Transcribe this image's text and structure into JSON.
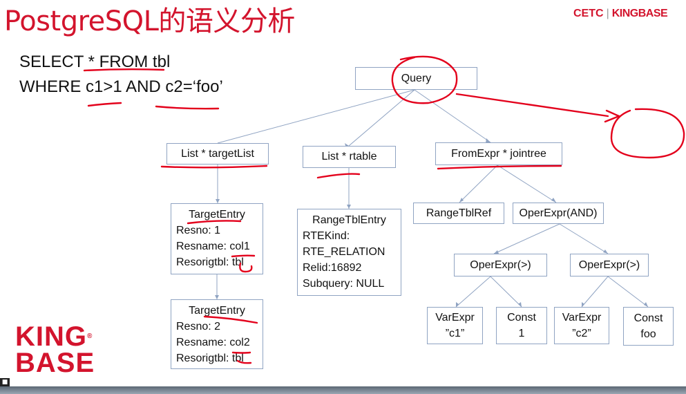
{
  "title": "PostgreSQL的语义分析",
  "brand": {
    "cetc": "CETC",
    "sep": "|",
    "kingbase": "KINGBASE"
  },
  "logo": {
    "line1": "KING",
    "line2": "BASE",
    "reg": "®"
  },
  "sql": {
    "line1": "SELECT *  FROM tbl",
    "line2": "WHERE c1>1 AND c2=‘foo’"
  },
  "nodes": {
    "query": "Query",
    "targetlist": "List * targetList",
    "rtable": "List * rtable",
    "jointree": "FromExpr * jointree",
    "te1": {
      "head": "TargetEntry",
      "resno": "Resno: 1",
      "resname": "Resname: col1",
      "resorigtbl": "Resorigtbl: tbl"
    },
    "te2": {
      "head": "TargetEntry",
      "resno": "Resno: 2",
      "resname": "Resname: col2",
      "resorigtbl": "Resorigtbl: tbl"
    },
    "rte": {
      "head": "RangeTblEntry",
      "kind": "RTEKind:",
      "relation": "RTE_RELATION",
      "relid": "Relid:16892",
      "subquery": "Subquery: NULL"
    },
    "rangetblref": "RangeTblRef",
    "operand": "OperExpr(AND)",
    "operg1": "OperExpr(>)",
    "operg2": "OperExpr(>)",
    "var1": {
      "l1": "VarExpr",
      "l2": "”c1”"
    },
    "const1": {
      "l1": "Const",
      "l2": "1"
    },
    "var2": {
      "l1": "VarExpr",
      "l2": "”c2”"
    },
    "const2": {
      "l1": "Const",
      "l2": "foo"
    }
  },
  "colors": {
    "title": "#d3142d",
    "connector": "#8fa3c2",
    "annotation": "#e3001b"
  }
}
